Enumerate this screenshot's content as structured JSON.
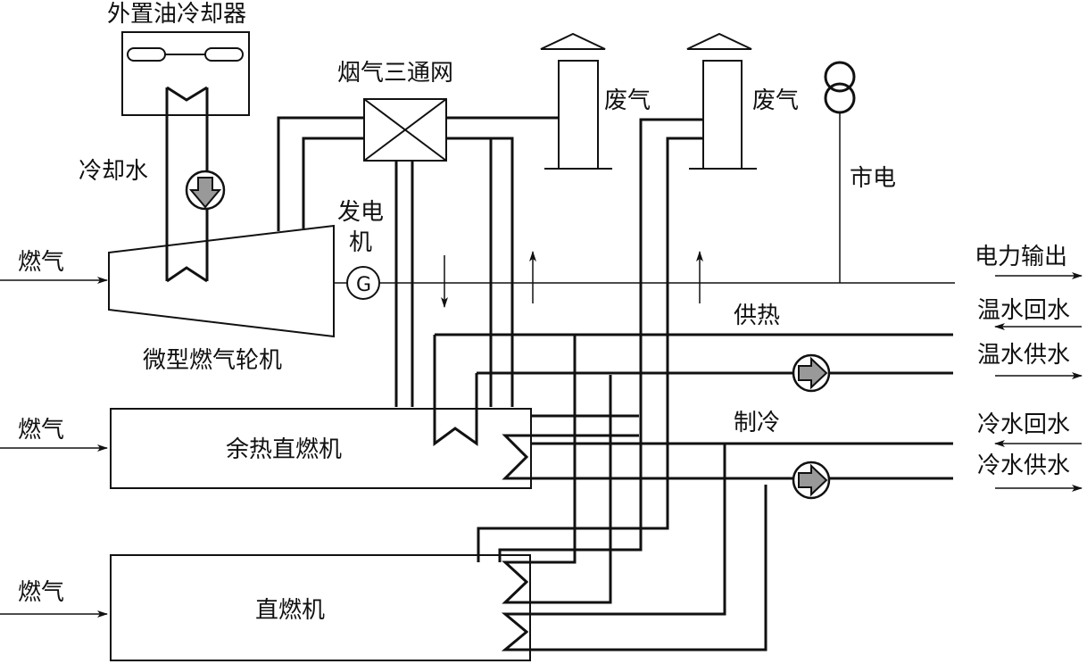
{
  "colors": {
    "line": "#111111",
    "pump_fill": "#999999",
    "background": "#ffffff"
  },
  "labels": {
    "oil_cooler": "外置油冷却器",
    "flue_valve": "烟气三通网",
    "exhaust_1": "废气",
    "exhaust_2": "废气",
    "grid": "市电",
    "cooling_water": "冷却水",
    "generator_line1": "发电",
    "generator_line2": "机",
    "generator_symbol": "G",
    "fuel_1": "燃气",
    "fuel_2": "燃气",
    "fuel_3": "燃气",
    "turbine": "微型燃气轮机",
    "power_output": "电力输出",
    "heating": "供热",
    "warm_return": "温水回水",
    "warm_supply": "温水供水",
    "cooling": "制冷",
    "chilled_return": "冷水回水",
    "chilled_supply": "冷水供水",
    "waste_heat_burner": "余热直燃机",
    "direct_burner": "直燃机"
  },
  "icons": {
    "pump": "pump-icon",
    "generator": "generator-icon",
    "grid": "transformer-icon",
    "chimney": "chimney-icon",
    "heat_exchanger": "heat-exchanger-icon",
    "valve": "three-way-valve-icon",
    "arrow": "arrow-icon"
  }
}
